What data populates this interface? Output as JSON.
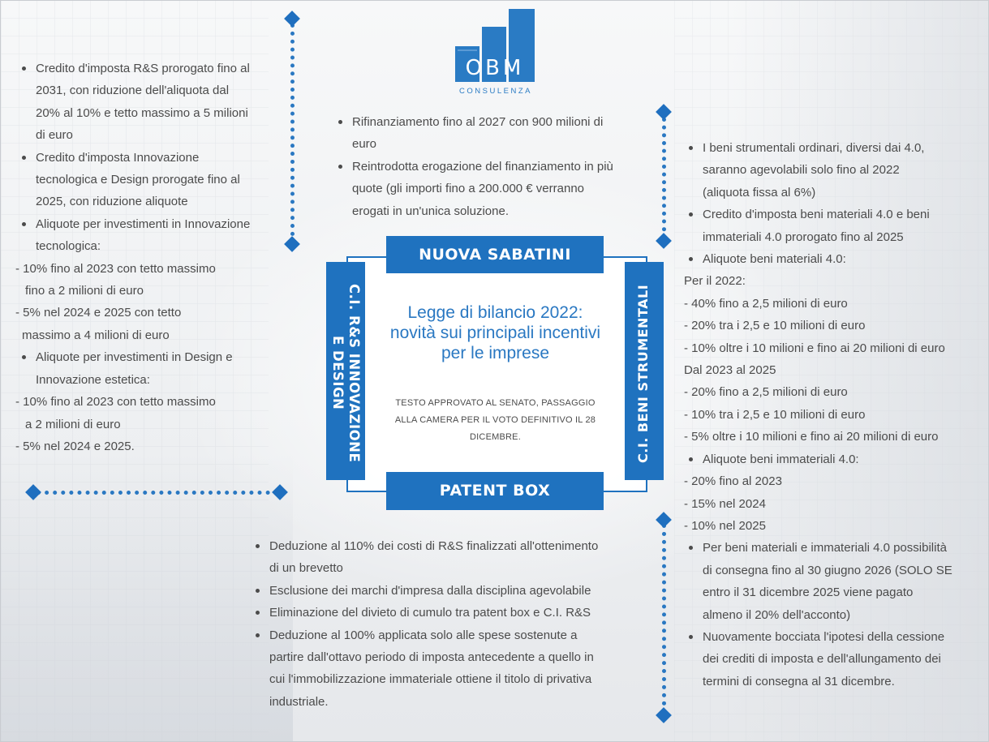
{
  "logo": {
    "text": "OBM",
    "subtitle": "CONSULENZA"
  },
  "center": {
    "title_lines": [
      "Legge di bilancio 2022:",
      "novità sui principali incentivi",
      "per le imprese"
    ],
    "note_lines": [
      "TESTO APPROVATO AL SENATO, PASSAGGIO",
      "ALLA CAMERA PER IL VOTO DEFINITIVO IL 28",
      "DICEMBRE."
    ]
  },
  "panels": {
    "top": "NUOVA SABATINI",
    "bottom": "PATENT BOX",
    "left_lines": [
      "C.I. R&S INNOVAZIONE",
      "E DESIGN"
    ],
    "right": "C.I. BENI STRUMENTALI"
  },
  "left_col": {
    "b1": [
      "Credito d'imposta R&S prorogato fino al",
      "2031, con riduzione dell'aliquota dal",
      "20% al 10% e tetto massimo a 5 milioni",
      "di euro"
    ],
    "b2": [
      "Credito d'imposta Innovazione",
      "tecnologica e Design prorogate fino al",
      "2025, con riduzione aliquote"
    ],
    "b3": [
      "Aliquote per investimenti in Innovazione",
      "tecnologica:"
    ],
    "s1": [
      "- 10% fino al 2023 con tetto massimo",
      "fino a 2 milioni di euro",
      "- 5% nel 2024 e 2025 con tetto",
      "massimo a 4 milioni di euro"
    ],
    "b4": [
      "Aliquote per investimenti in Design e",
      "Innovazione estetica:"
    ],
    "s2": [
      "- 10% fino al 2023 con tetto massimo",
      "a 2 milioni di euro",
      "- 5% nel 2024 e 2025."
    ]
  },
  "top_col": {
    "b1": [
      "Rifinanziamento fino al 2027 con 900 milioni di",
      "euro"
    ],
    "b2": [
      "Reintrodotta erogazione del finanziamento in più",
      "quote (gli importi fino a 200.000 € verranno",
      "erogati in un'unica soluzione."
    ]
  },
  "right_col": {
    "b1": [
      "I beni strumentali ordinari, diversi dai 4.0,",
      "saranno agevolabili solo fino al 2022",
      "(aliquota fissa al 6%)"
    ],
    "b2": [
      "Credito d'imposta beni materiali 4.0 e beni",
      "immateriali 4.0 prorogato fino al 2025"
    ],
    "b3": [
      "Aliquote beni materiali 4.0:"
    ],
    "s1": [
      "Per il 2022:",
      "- 40% fino a 2,5 milioni di euro",
      "- 20% tra i 2,5 e 10 milioni di euro",
      "- 10% oltre i 10 milioni e fino ai 20 milioni di euro",
      "Dal 2023 al 2025",
      "- 20% fino a 2,5 milioni di euro",
      "- 10% tra i 2,5 e 10 milioni di euro",
      "- 5% oltre i 10 milioni e fino ai 20 milioni di euro"
    ],
    "b4": [
      "Aliquote beni immateriali 4.0:"
    ],
    "s2": [
      "- 20% fino al 2023",
      "- 15% nel 2024",
      "- 10% nel 2025"
    ],
    "b5": [
      "Per beni materiali e immateriali 4.0 possibilità",
      "di consegna fino al 30 giugno 2026 (SOLO SE",
      "entro il 31 dicembre 2025 viene pagato",
      "almeno il 20% dell'acconto)"
    ],
    "b6": [
      "Nuovamente bocciata l'ipotesi della cessione",
      "dei crediti di imposta e dell'allungamento dei",
      "termini di consegna al 31 dicembre."
    ]
  },
  "bottom_col": {
    "b1": [
      "Deduzione al 110% dei costi di R&S finalizzati all'ottenimento",
      "di un brevetto"
    ],
    "b2": [
      "Esclusione dei marchi d'impresa dalla disciplina agevolabile"
    ],
    "b3": [
      "Eliminazione del divieto di cumulo tra patent box e C.I. R&S"
    ],
    "b4": [
      "Deduzione al 100% applicata solo alle spese sostenute a",
      "partire dall'ottavo periodo di imposta antecedente a quello in",
      "cui l'immobilizzazione immateriale ottiene il titolo di privativa",
      "industriale."
    ]
  },
  "colors": {
    "brand_blue": "#1f72bf",
    "text": "#4b4b4b"
  }
}
